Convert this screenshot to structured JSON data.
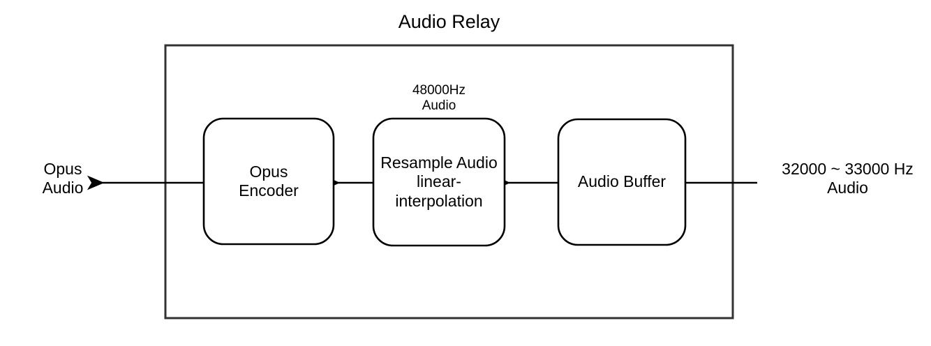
{
  "diagram": {
    "title": "Audio Relay",
    "container": {
      "name": "Audio Relay"
    },
    "nodes": [
      {
        "id": "opus-encoder",
        "label": "Opus\nEncoder"
      },
      {
        "id": "resample-audio",
        "label": "Resample Audio\nlinear-\ninterpolation"
      },
      {
        "id": "audio-buffer",
        "label": "Audio Buffer"
      }
    ],
    "edge_labels": {
      "resample_output": "48000Hz\nAudio"
    },
    "external_labels": {
      "left_output": "Opus\nAudio",
      "right_input": "32000 ~ 33000 Hz\nAudio"
    },
    "colors": {
      "stroke": "#000000",
      "fill": "#ffffff",
      "background": "#ffffff",
      "container_stroke": "#333333"
    }
  }
}
